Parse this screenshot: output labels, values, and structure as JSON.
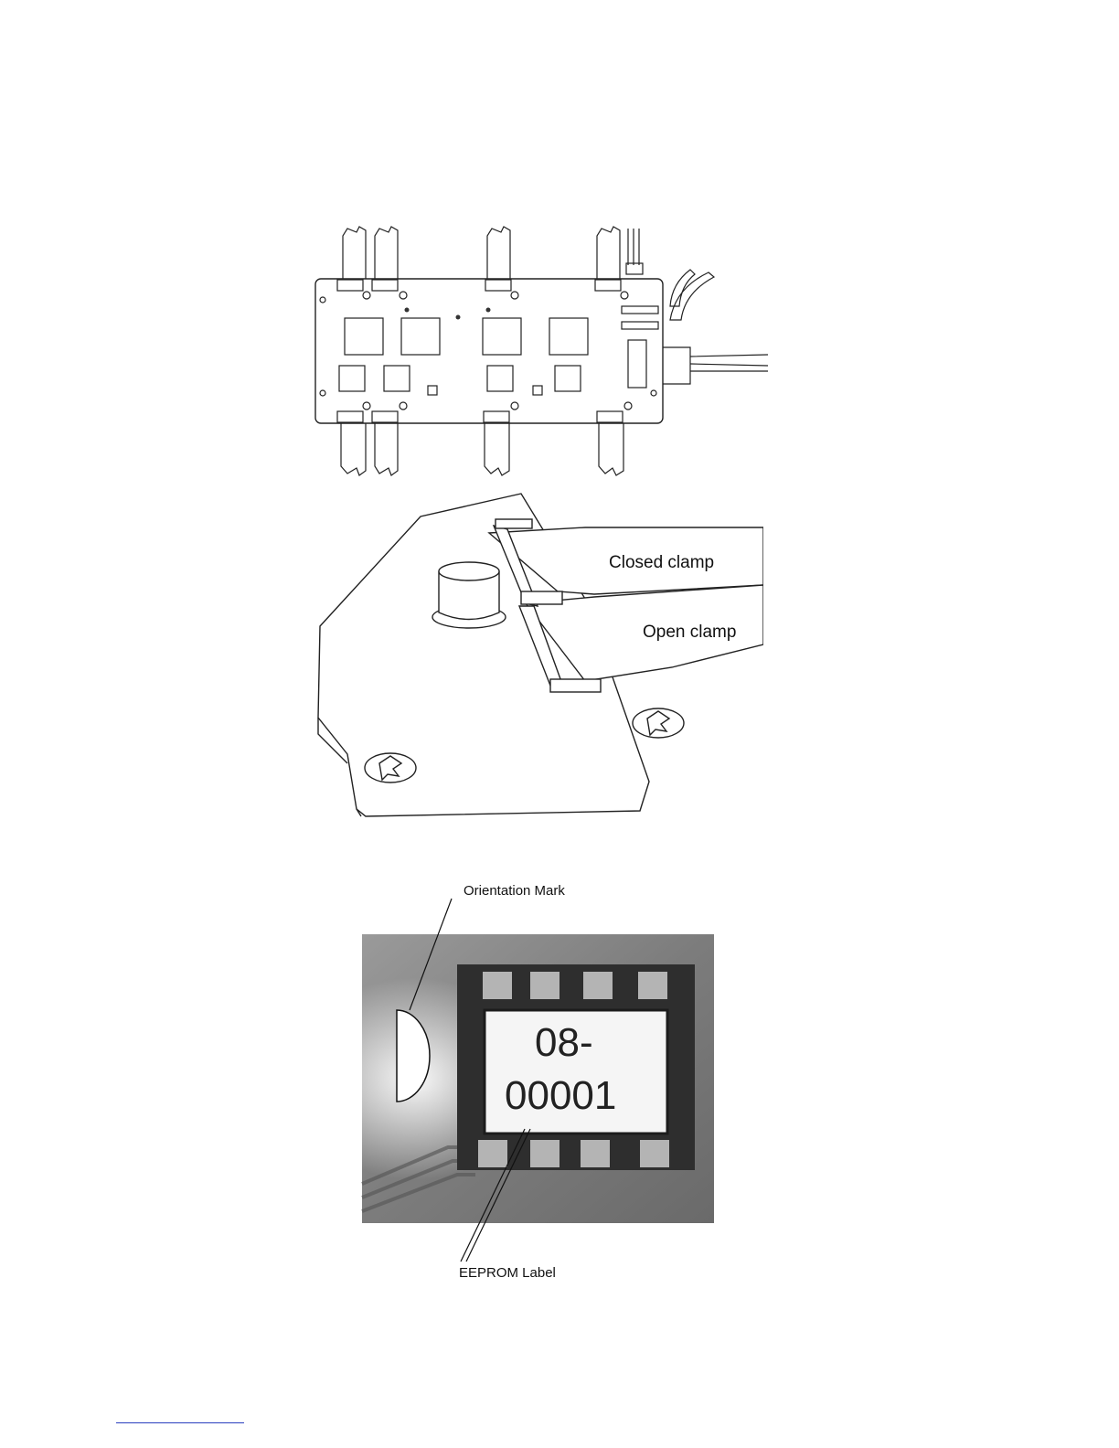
{
  "figures": {
    "board": {},
    "clamp": {
      "closed_label": "Closed clamp",
      "open_label": "Open clamp"
    },
    "eeprom": {
      "orientation_label": "Orientation Mark",
      "eeprom_label": "EEPROM Label",
      "chip_line1": "08-",
      "chip_line2": "00001"
    }
  }
}
